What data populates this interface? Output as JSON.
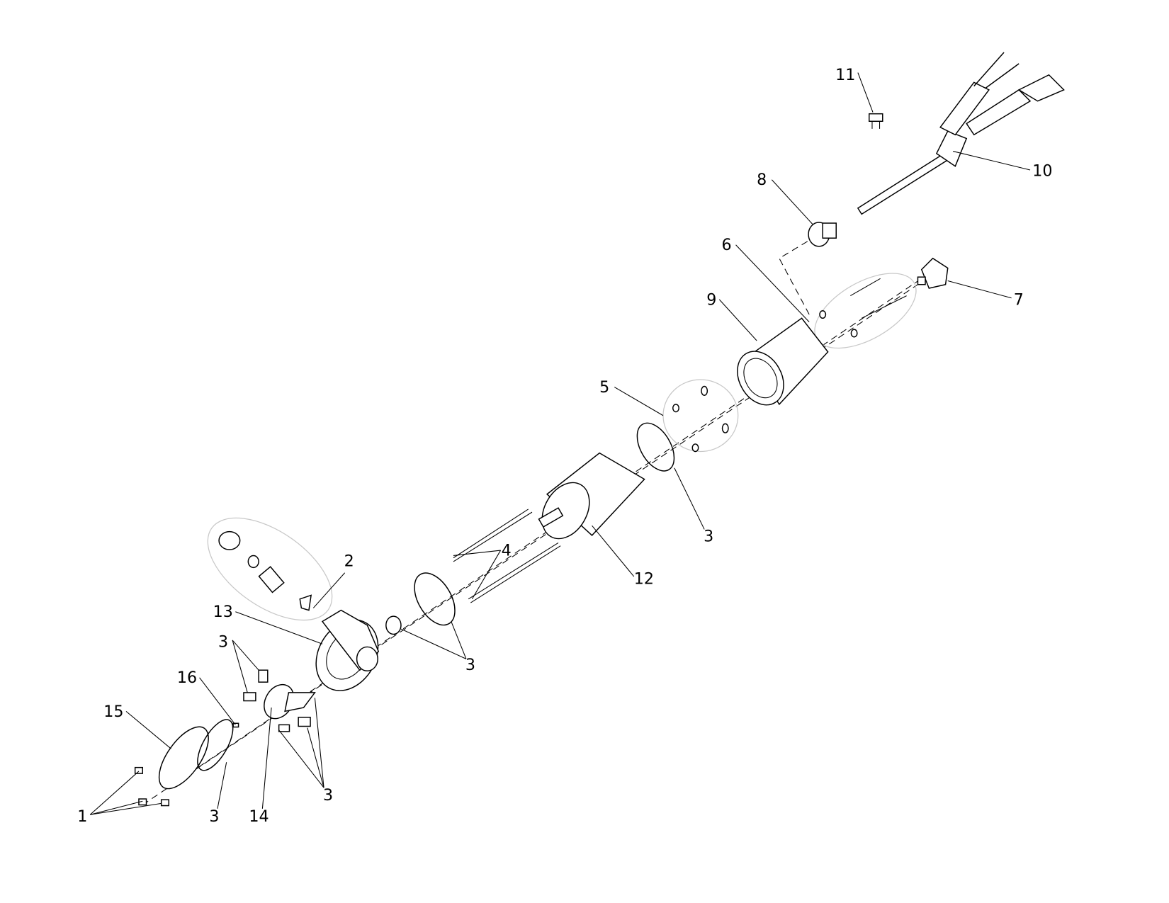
{
  "diagram": {
    "type": "exploded parts diagram",
    "callouts": [
      {
        "id": "c1",
        "text": "1"
      },
      {
        "id": "c15",
        "text": "15"
      },
      {
        "id": "c16",
        "text": "16"
      },
      {
        "id": "c3a",
        "text": "3"
      },
      {
        "id": "c14",
        "text": "14"
      },
      {
        "id": "c3b",
        "text": "3"
      },
      {
        "id": "c3c",
        "text": "3"
      },
      {
        "id": "c13",
        "text": "13"
      },
      {
        "id": "c2",
        "text": "2"
      },
      {
        "id": "c3d",
        "text": "3"
      },
      {
        "id": "c4",
        "text": "4"
      },
      {
        "id": "c12",
        "text": "12"
      },
      {
        "id": "c3e",
        "text": "3"
      },
      {
        "id": "c5",
        "text": "5"
      },
      {
        "id": "c9",
        "text": "9"
      },
      {
        "id": "c6",
        "text": "6"
      },
      {
        "id": "c7",
        "text": "7"
      },
      {
        "id": "c8",
        "text": "8"
      },
      {
        "id": "c11",
        "text": "11"
      },
      {
        "id": "c10",
        "text": "10"
      }
    ]
  }
}
